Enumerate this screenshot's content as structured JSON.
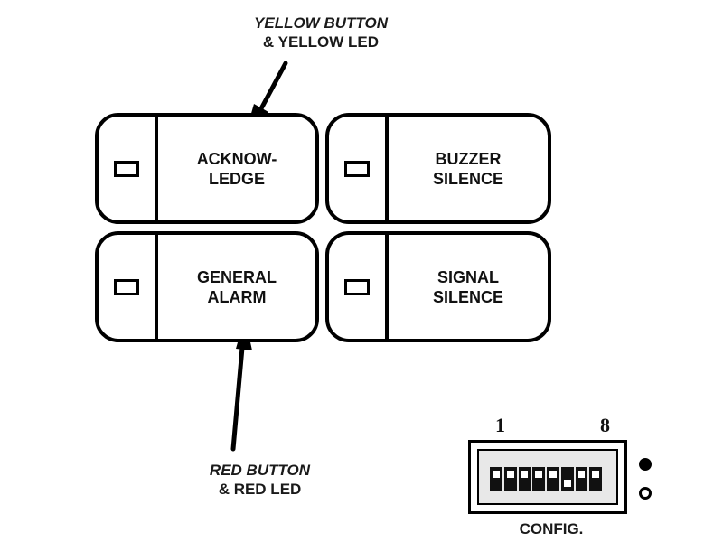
{
  "callouts": {
    "yellow": {
      "line1": "YELLOW BUTTON",
      "line2": "& YELLOW LED"
    },
    "red": {
      "line1": "RED BUTTON",
      "line2": "& RED LED"
    }
  },
  "buttons": [
    {
      "id": "acknowledge",
      "label": "ACKNOW-\nLEDGE"
    },
    {
      "id": "buzzer_silence",
      "label": "BUZZER\nSILENCE"
    },
    {
      "id": "general_alarm",
      "label": "GENERAL\nALARM"
    },
    {
      "id": "signal_silence",
      "label": "SIGNAL\nSILENCE"
    }
  ],
  "dip_switch": {
    "first_label": "1",
    "last_label": "8",
    "caption": "CONFIG.",
    "switch_count": 8
  },
  "colors": {
    "ink": "#000000",
    "background": "#ffffff"
  },
  "icons": [
    "led-indicator-icon",
    "arrow-icon",
    "filled-dot-icon",
    "hollow-dot-icon"
  ]
}
